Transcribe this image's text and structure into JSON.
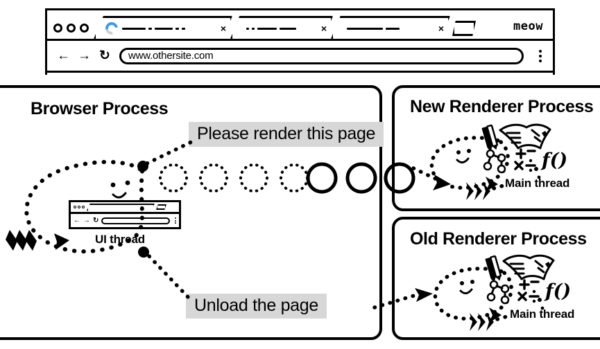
{
  "browser_window": {
    "traffic_lights": [
      "close-dot",
      "minimize-dot",
      "maximize-dot"
    ],
    "tabs": [
      {
        "name": "tab-active",
        "state": "loading",
        "spinner_color": "#3d9ae8",
        "title_placeholder": "dashes",
        "close_label": "×"
      },
      {
        "name": "tab-2",
        "state": "idle",
        "title_placeholder": "dashes",
        "close_label": "×"
      },
      {
        "name": "tab-3",
        "state": "idle",
        "title_placeholder": "dashes",
        "close_label": "×"
      }
    ],
    "new_tab_label": "new-tab-button",
    "window_label": "meow",
    "nav": {
      "back": "←",
      "forward": "→",
      "reload": "↻",
      "url_value": "www.othersite.com",
      "menu": "kebab-menu"
    }
  },
  "panels": {
    "browser": {
      "title": "Browser Process",
      "thread_label": "UI thread"
    },
    "new_renderer": {
      "title": "New Renderer Process",
      "thread_label": "Main thread"
    },
    "old_renderer": {
      "title": "Old Renderer Process",
      "thread_label": "Main thread"
    }
  },
  "messages": {
    "render": "Please render this page",
    "unload": "Unload the page",
    "bg_color": "#d7d7d7"
  },
  "pipeline": {
    "dotted_circles": 4,
    "solid_circles": 3
  },
  "colors": {
    "ink": "#000000",
    "paper": "#ffffff",
    "spinner": "#3d9ae8",
    "label_bg": "#d7d7d7"
  }
}
